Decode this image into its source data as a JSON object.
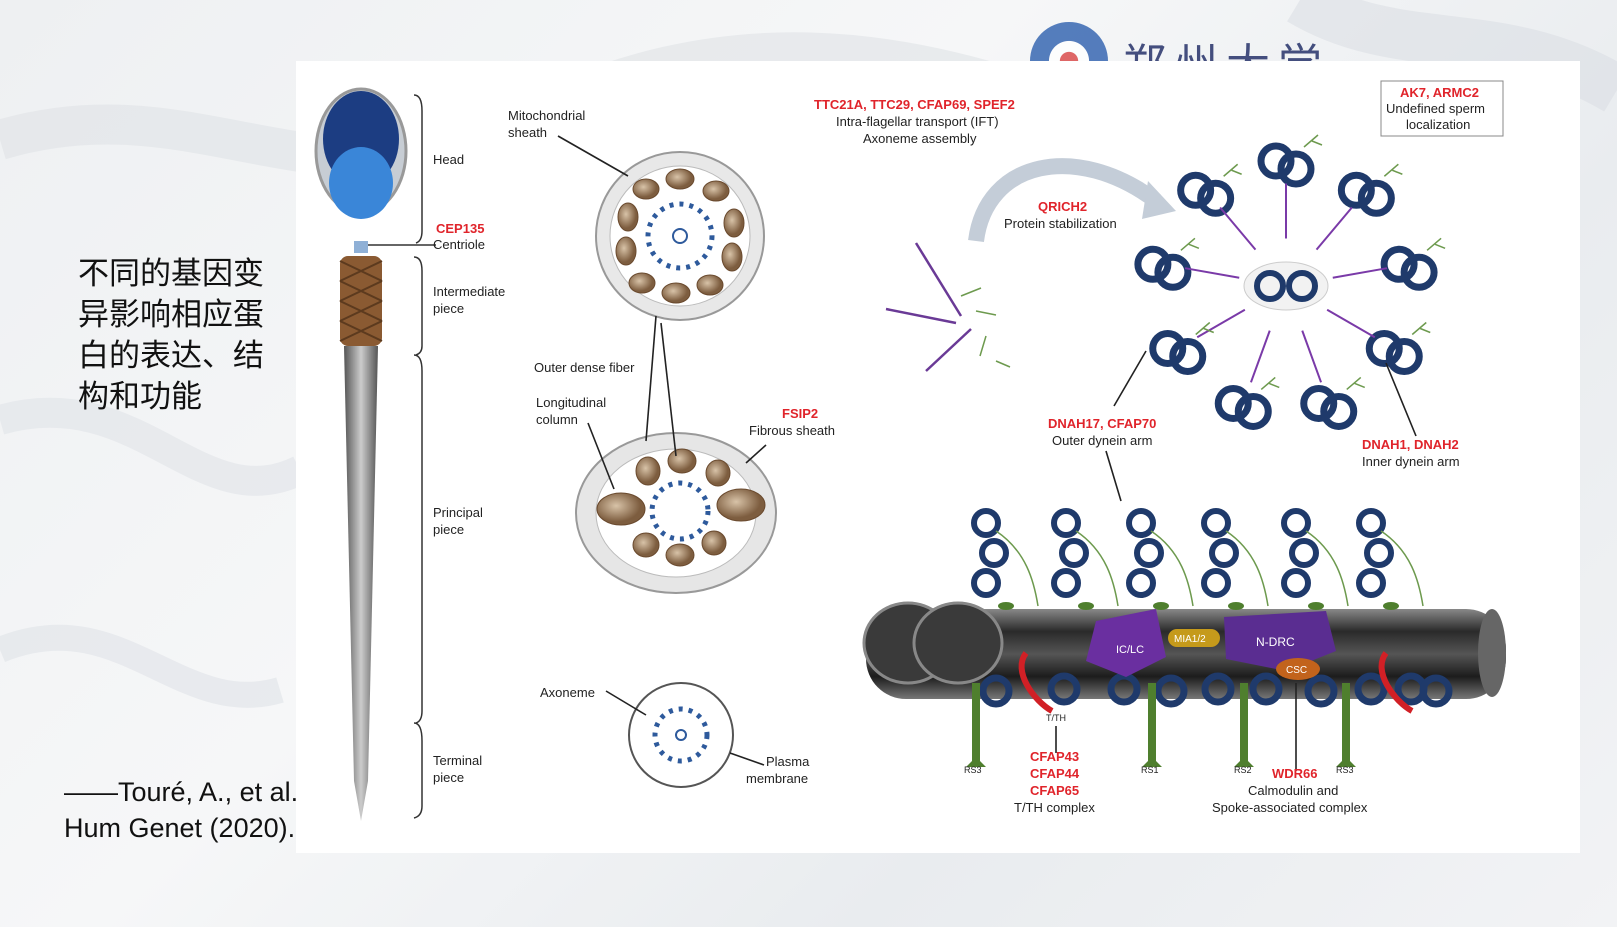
{
  "slide": {
    "side_text": "不同的基因变异影响相应蛋白的表达、结构和功能",
    "citation": "——Touré, A., et al. Hum Genet (2020)."
  },
  "logo": {
    "text": "郑州大学"
  },
  "figure": {
    "sperm_regions": {
      "head": "Head",
      "cep135": "CEP135",
      "centriole": "Centriole",
      "intermediate": [
        "Intermediate",
        "piece"
      ],
      "principal": [
        "Principal",
        "piece"
      ],
      "terminal": [
        "Terminal",
        "piece"
      ]
    },
    "cross_sections": {
      "mito_sheath": [
        "Mitochondrial",
        "sheath"
      ],
      "outer_dense_fiber": "Outer dense fiber",
      "longitudinal_column": [
        "Longitudinal",
        "column"
      ],
      "fsip2": "FSIP2",
      "fibrous_sheath": "Fibrous sheath",
      "axoneme": "Axoneme",
      "plasma_membrane": [
        "Plasma",
        "membrane"
      ]
    },
    "ift": {
      "genes": "TTC21A, TTC29, CFAP69, SPEF2",
      "line1": "Intra-flagellar transport (IFT)",
      "line2": "Axoneme assembly"
    },
    "qrich2": {
      "gene": "QRICH2",
      "desc": "Protein stabilization"
    },
    "ak7": {
      "genes": "AK7, ARMC2",
      "desc1": "Undefined sperm",
      "desc2": "localization"
    },
    "outer_arm": {
      "genes": "DNAH17, CFAP70",
      "desc": "Outer dynein arm"
    },
    "inner_arm": {
      "genes": "DNAH1, DNAH2",
      "desc": "Inner dynein arm"
    },
    "doublet": {
      "iclc": "IC/LC",
      "mia12": "MIA1/2",
      "ndrc": "N-DRC",
      "csc": "CSC",
      "tth": "T/TH",
      "rs3a": "RS3",
      "rs1": "RS1",
      "rs2": "RS2",
      "rs3b": "RS3"
    },
    "tth_complex": {
      "genes": [
        "CFAP43",
        "CFAP44",
        "CFAP65"
      ],
      "desc": "T/TH complex"
    },
    "wdr66": {
      "gene": "WDR66",
      "desc1": "Calmodulin and",
      "desc2": "Spoke-associated complex"
    }
  },
  "colors": {
    "accent_red": "#e0242b",
    "dynein_blue": "#1f3a6b",
    "ndrc_purple": "#5a2d91"
  }
}
